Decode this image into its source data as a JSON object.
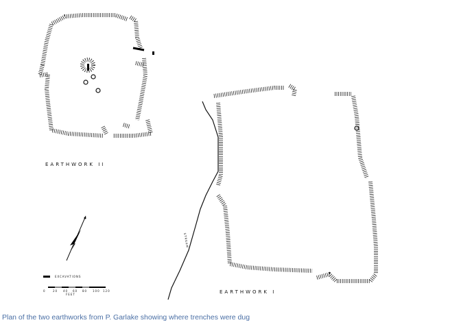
{
  "labels": {
    "earthwork_2": "EARTHWORK II",
    "earthwork_1": "EARTHWORK I",
    "stream": "STREAM",
    "excavations": "EXCAVATIONS",
    "feet": "FEET"
  },
  "scale_ticks": [
    "0",
    "20",
    "40",
    "60",
    "80",
    "100",
    "120"
  ],
  "caption": "Plan of the two earthworks from P. Garlake showing where trenches were dug"
}
